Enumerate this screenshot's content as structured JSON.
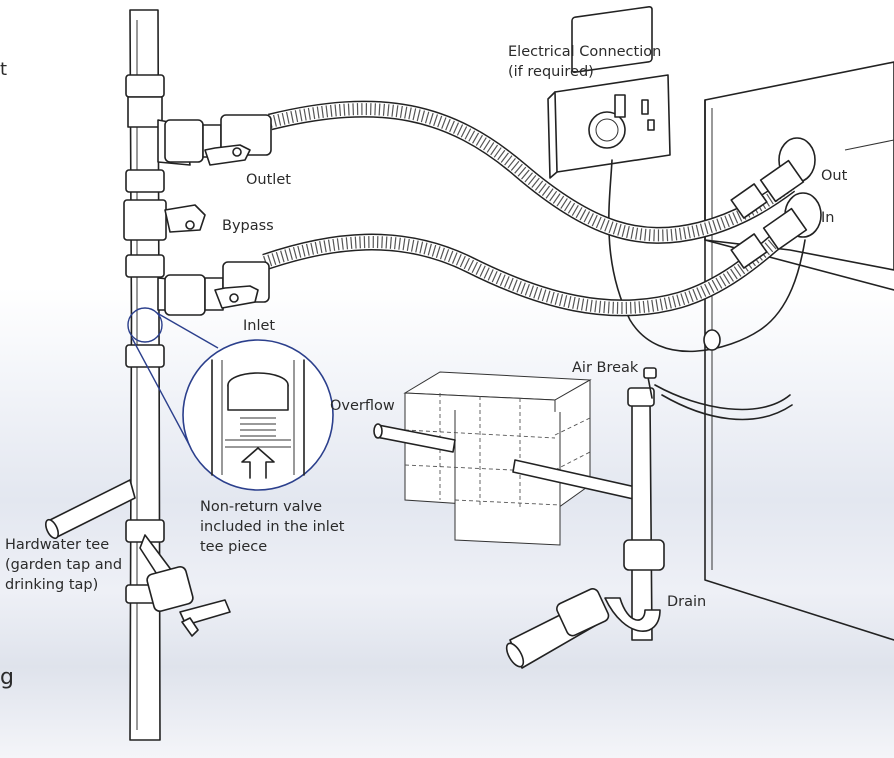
{
  "labels": {
    "electrical": "Electrical Connection\n(if required)",
    "outlet": "Outlet",
    "bypass": "Bypass",
    "inlet": "Inlet",
    "out": "Out",
    "in": "In",
    "air_break": "Air Break",
    "overflow": "Overflow",
    "non_return": "Non-return valve\nincluded in the inlet\ntee piece",
    "hardwater": "Hardwater tee\n(garden tap and\ndrinking tap)",
    "drain": "Drain",
    "edge_top": "t",
    "edge_bottom": "g"
  },
  "colors": {
    "callout": "#2b3f8c",
    "line": "#222222",
    "text": "#2b2b2b"
  }
}
